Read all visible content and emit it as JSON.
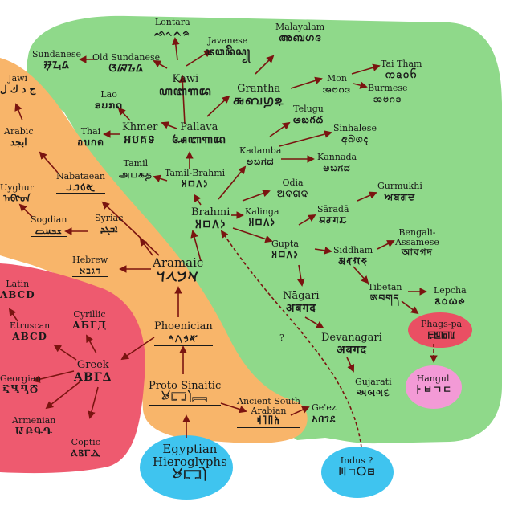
{
  "colors": {
    "background": "#ffffff",
    "green_region": "#8fd98a",
    "orange_region": "#f8b56a",
    "red_region": "#ee5a6f",
    "blue_bubble": "#3fc4ef",
    "phags_bubble": "#ea4f63",
    "hangul_bubble": "#f39ad6",
    "arrow": "#7a1410"
  },
  "nodes": {
    "lontara": {
      "name": "Lontara",
      "glyph": "ᨒᨚᨈᨑ"
    },
    "javanese": {
      "name": "Javanese",
      "glyph": "ꦗꦮꦤꦼꦱ꧀"
    },
    "malayalam": {
      "name": "Malayalam",
      "glyph": "അബഗദ"
    },
    "sundanese": {
      "name": "Sundanese",
      "glyph": "ᮞᮥᮔ᮪ᮓ"
    },
    "old_sundanese": {
      "name": "Old Sundanese",
      "glyph": "ᮃᮘᮌᮓ"
    },
    "kawi": {
      "name": "Kawi",
      "glyph": "ꦲꦧꦒꦢ"
    },
    "jawi": {
      "name": "Jawi",
      "glyph": "ج د ك ل"
    },
    "tai_tham": {
      "name": "Tai Tham",
      "glyph": "ᨠᨡᨣᨤ"
    },
    "grantha": {
      "name": "Grantha",
      "glyph": "𑌅𑌬𑌗𑌦"
    },
    "mon": {
      "name": "Mon",
      "glyph": "အဗဂဒ"
    },
    "burmese": {
      "name": "Burmese",
      "glyph": "အဗဂဒ"
    },
    "lao": {
      "name": "Lao",
      "glyph": "ອບກດ"
    },
    "arabic": {
      "name": "Arabic",
      "glyph": "ابجد"
    },
    "thai": {
      "name": "Thai",
      "glyph": "อบกด"
    },
    "khmer": {
      "name": "Khmer",
      "glyph": "អបគទ"
    },
    "pallava": {
      "name": "Pallava",
      "glyph": "ꦄꦧꦒꦢ"
    },
    "telugu": {
      "name": "Telugu",
      "glyph": "అబగద"
    },
    "sinhalese": {
      "name": "Sinhalese",
      "glyph": "අබගද"
    },
    "kadamba": {
      "name": "Kadamba",
      "glyph": "ಅಬಗದ"
    },
    "kannada": {
      "name": "Kannada",
      "glyph": "ಅಬಗದ"
    },
    "uyghur": {
      "name": "Uyghur",
      "glyph": "ᠠᠪᠭᠳ"
    },
    "nabataean": {
      "name": "Nabataean",
      "glyph": "𐢀𐢁𐢂𐢃"
    },
    "tamil": {
      "name": "Tamil",
      "glyph": "அபகத"
    },
    "tamil_brahmi": {
      "name": "Tamil-Brahmi",
      "glyph": "𑀅𑀩𑀕𑀤"
    },
    "odia": {
      "name": "Odia",
      "glyph": "ଅବଗଦ"
    },
    "gurmukhi": {
      "name": "Gurmukhi",
      "glyph": "ਅਬਗਦ"
    },
    "sogdian": {
      "name": "Sogdian",
      "glyph": "𐼰𐼱𐼲𐼳"
    },
    "syriac": {
      "name": "Syriac",
      "glyph": "ܐܒܓܕ"
    },
    "brahmi": {
      "name": "Brahmi",
      "glyph": "𑀅𑀩𑀕𑀤"
    },
    "kalinga": {
      "name": "Kalinga",
      "glyph": "𑀅𑀩𑀕𑀤"
    },
    "sarada": {
      "name": "Sāradā",
      "glyph": "𑆃𑆧𑆓𑆢"
    },
    "gupta": {
      "name": "Gupta",
      "glyph": "𑀅𑀩𑀕𑀤"
    },
    "siddham": {
      "name": "Siddham",
      "glyph": "𑖀𑖤𑖐𑖟"
    },
    "bengali_assamese": {
      "name": "Bengali-Assamese",
      "name_line1": "Bengali-",
      "name_line2": "Assamese",
      "glyph": "আবগদ"
    },
    "hebrew": {
      "name": "Hebrew",
      "glyph": "דגבא"
    },
    "aramaic": {
      "name": "Aramaic",
      "glyph": "𐡀𐡁𐡂𐡃"
    },
    "latin": {
      "name": "Latin",
      "glyph": "ABCD"
    },
    "cyrillic": {
      "name": "Cyrillic",
      "glyph": "АБГД"
    },
    "etruscan": {
      "name": "Etruscan",
      "glyph": "ABCD"
    },
    "nagari": {
      "name": "Nāgari",
      "glyph": "अबगद"
    },
    "tibetan": {
      "name": "Tibetan",
      "glyph": "ཨབགད"
    },
    "lepcha": {
      "name": "Lepcha",
      "glyph": "ᰣᰓᰃᰊ"
    },
    "phoenician": {
      "name": "Phoenician",
      "glyph": "𐤀𐤁𐤂𐤃"
    },
    "phags_pa": {
      "name": "Phags-pa",
      "glyph": "ꡀꡁꡂꡃ"
    },
    "devanagari": {
      "name": "Devanagari",
      "glyph": "अबगद"
    },
    "greek": {
      "name": "Greek",
      "glyph": "ΑΒΓΔ"
    },
    "georgian": {
      "name": "Georgian",
      "glyph": "ႠႡႢႣ"
    },
    "hangul": {
      "name": "Hangul",
      "glyph": "ㅏㅂㄱㄷ"
    },
    "gujarati": {
      "name": "Gujarati",
      "glyph": "અબગદ"
    },
    "proto_sinaitic": {
      "name": "Proto-Sinaitic",
      "glyph": "𓃾𓉐𓌙𓇯"
    },
    "ancient_south_arabian": {
      "name": "Ancient South Arabian",
      "name_line1": "Ancient South",
      "name_line2": "Arabian",
      "glyph": "𐩱𐩨𐩴𐩵"
    },
    "geez": {
      "name": "Ge'ez",
      "glyph": "አበገደ"
    },
    "armenian": {
      "name": "Armenian",
      "glyph": "ԱԲԳԴ"
    },
    "coptic": {
      "name": "Coptic",
      "glyph": "ⲀⲂⲄⲆ"
    },
    "egyptian": {
      "name": "Egyptian Hieroglyphs",
      "name_line1": "Egyptian",
      "name_line2": "Hieroglyphs",
      "glyph": "𓃾𓉐𓌙"
    },
    "indus": {
      "name": "Indus ?",
      "glyph": "〣◻〇⊟"
    }
  },
  "question_mark": "?"
}
